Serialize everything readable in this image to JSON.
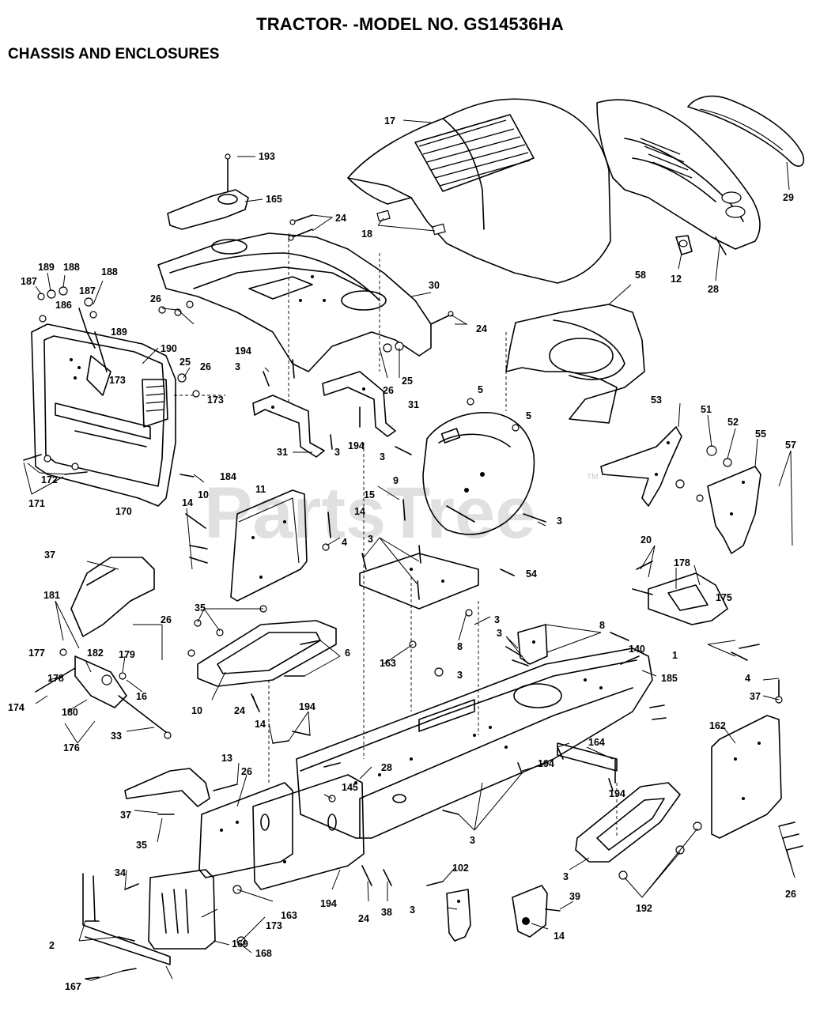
{
  "header": {
    "title": "TRACTOR- -MODEL NO. GS14536HA",
    "section": "CHASSIS AND ENCLOSURES"
  },
  "watermark": {
    "text": "PartsTree",
    "tm": "TM"
  },
  "callouts": [
    "17",
    "193",
    "165",
    "24",
    "18",
    "29",
    "12",
    "28",
    "189",
    "188",
    "187",
    "188",
    "187",
    "186",
    "189",
    "190",
    "26",
    "30",
    "24",
    "58",
    "194",
    "3",
    "26",
    "25",
    "25",
    "26",
    "173",
    "173",
    "5",
    "5",
    "31",
    "31",
    "3",
    "194",
    "3",
    "9",
    "53",
    "51",
    "52",
    "55",
    "57",
    "172",
    "171",
    "184",
    "10",
    "170",
    "11",
    "14",
    "15",
    "14",
    "4",
    "3",
    "3",
    "54",
    "175",
    "37",
    "20",
    "178",
    "181",
    "26",
    "35",
    "6",
    "8",
    "3",
    "3",
    "140",
    "8",
    "163",
    "177",
    "182",
    "179",
    "178",
    "16",
    "3",
    "1",
    "185",
    "174",
    "180",
    "176",
    "33",
    "10",
    "24",
    "194",
    "14",
    "4",
    "37",
    "194",
    "13",
    "162",
    "26",
    "28",
    "145",
    "164",
    "37",
    "194",
    "35",
    "3",
    "34",
    "3",
    "102",
    "173",
    "163",
    "194",
    "24",
    "38",
    "3",
    "39",
    "14",
    "26",
    "192",
    "2",
    "169",
    "168",
    "167"
  ]
}
